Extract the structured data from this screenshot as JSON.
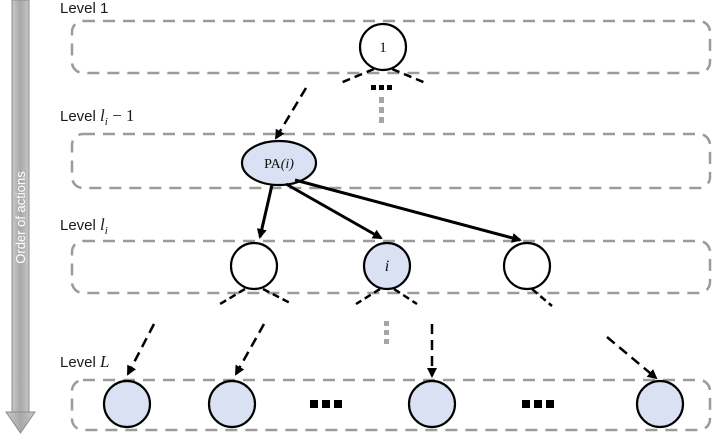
{
  "side_arrow": {
    "label": "Order of actions"
  },
  "levels": [
    {
      "prefix": "Level ",
      "math": "1"
    },
    {
      "prefix": "Level ",
      "math": "l",
      "sub": "i",
      "suffix": " − 1"
    },
    {
      "prefix": "Level ",
      "math": "l",
      "sub": "i"
    },
    {
      "prefix": "Level ",
      "math": "L"
    }
  ],
  "nodes": {
    "root": "1",
    "parent_small": "PA",
    "parent_arg": "(i)",
    "focus": "i"
  },
  "ellipsis": "•••",
  "colors": {
    "node_fill": "#d9e1f2",
    "stroke": "#000000",
    "level_box": "#9b9b9b",
    "dotted": "#a6a6a6",
    "side_arrow": "#b3b3b3"
  }
}
